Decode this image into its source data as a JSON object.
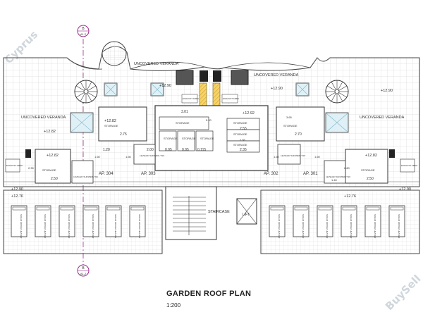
{
  "drawing": {
    "title": "GARDEN ROOF PLAN",
    "scale": "1:200"
  },
  "watermarks": {
    "left": "Cyprus",
    "right": "BuySell"
  },
  "grid_markers": {
    "top": {
      "letter": "B",
      "number": "A1.2"
    },
    "bottom": {
      "letter": "B",
      "number": "A1.2"
    }
  },
  "verandas": {
    "top_center_left": "UNCOVERED VERANDA",
    "top_center_right": "UNCOVERED VERANDA",
    "left": "UNCOVERED VERANDA",
    "right": "UNCOVERED VERANDA"
  },
  "levels": {
    "lvl_1": "+12.82",
    "lvl_2": "+12.90",
    "lvl_3": "+12.82",
    "lvl_4": "+12.90",
    "lvl_5": "+12.82",
    "lvl_6": "+12.82",
    "lvl_7": "+12.92",
    "lvl_8": "+12.90",
    "lvl_9": "+12.76",
    "lvl_10": "+12.76",
    "lvl_11": "+12.90",
    "lvl_12": "+12.90"
  },
  "apartments": {
    "ap304": "AP. 304",
    "ap303": "AP. 303",
    "ap302": "AP. 302",
    "ap301": "AP. 301"
  },
  "rooms": {
    "storage": "STORAGE",
    "staircase": "STAIRCASE",
    "lift": "LIFT",
    "leveled_shower": "LEVELED SHOWER / WC",
    "exhaust": "EXHAUST AREA"
  },
  "dims": {
    "d_301": "3.01",
    "d_250a": "2.50",
    "d_250b": "2.50",
    "d_275": "2.75",
    "d_270": "2.70",
    "d_255": "2.55",
    "d_235": "2.35",
    "d_120": "1.20",
    "d_200": "2.00",
    "d_095a": "0.95",
    "d_095b": "0.95",
    "d_0115": "0.115",
    "d_160a": "1.60",
    "d_160b": "1.60",
    "d_160c": "1.60",
    "d_160d": "1.60",
    "d_140": "1.40",
    "d_230": "2.30",
    "d_280": "2.80",
    "d_520": "5.20",
    "d_255b": "2.55",
    "d_365": "3.65"
  },
  "solar_label": "SOLAR WATER HEATER"
}
